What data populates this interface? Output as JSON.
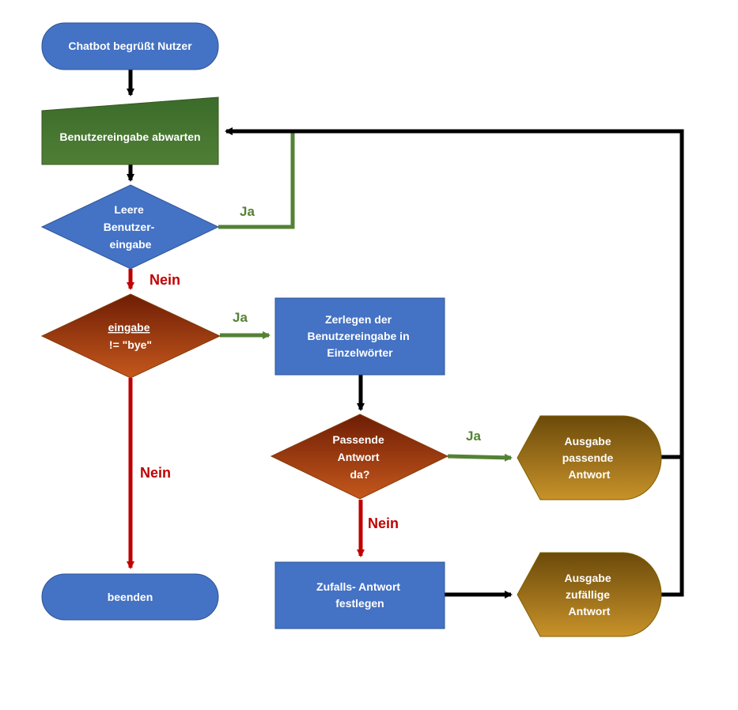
{
  "nodes": {
    "start": "Chatbot begrüßt Nutzer",
    "input": "Benutzereingabe abwarten",
    "empty_check": [
      "Leere",
      "Benutzer-",
      "eingabe"
    ],
    "bye_check": [
      "eingabe",
      "!= \"bye\""
    ],
    "split": [
      "Zerlegen der",
      "Benutzereingabe in",
      "Einzelwörter"
    ],
    "match_check": [
      "Passende",
      "Antwort",
      "da?"
    ],
    "output_match": [
      "Ausgabe",
      "passende",
      "Antwort"
    ],
    "random_pick": [
      "Zufalls- Antwort",
      "festlegen"
    ],
    "output_random": [
      "Ausgabe",
      "zufällige",
      "Antwort"
    ],
    "end": "beenden"
  },
  "labels": {
    "ja_empty": "Ja",
    "nein_empty": "Nein",
    "ja_bye": "Ja",
    "nein_bye": "Nein",
    "ja_match": "Ja",
    "nein_match": "Nein"
  },
  "colors": {
    "blue": "#4472c4",
    "green": "#548235",
    "red": "#c00000",
    "black": "#000000"
  }
}
